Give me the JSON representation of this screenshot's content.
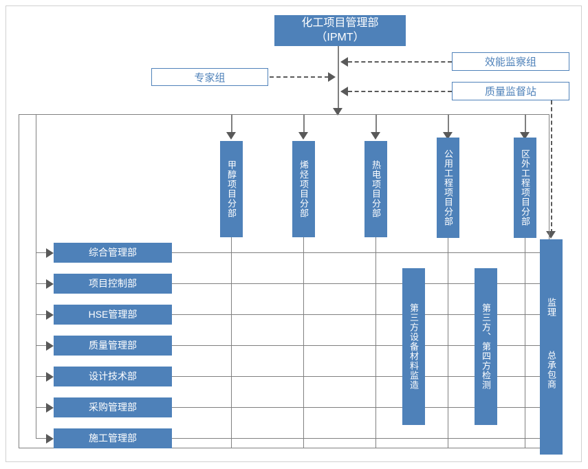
{
  "diagram": {
    "title_box": {
      "line1": "化工项目管理部",
      "line2": "（IPMT）"
    },
    "left_support": {
      "label": "专家组"
    },
    "right_supports": [
      {
        "label": "效能监察组"
      },
      {
        "label": "质量监督站"
      }
    ],
    "project_divisions": [
      {
        "label": "甲醇项目分部"
      },
      {
        "label": "烯烃项目分部"
      },
      {
        "label": "热电项目分部"
      },
      {
        "label": "公用工程项目分部"
      },
      {
        "label": "区外工程项目分部"
      }
    ],
    "departments": [
      {
        "label": "综合管理部"
      },
      {
        "label": "项目控制部"
      },
      {
        "label": "HSE管理部"
      },
      {
        "label": "质量管理部"
      },
      {
        "label": "设计技术部"
      },
      {
        "label": "采购管理部"
      },
      {
        "label": "施工管理部"
      }
    ],
    "third_party": [
      {
        "label": "第三方设备材料监造"
      },
      {
        "label": "第三方、第四方检测"
      }
    ],
    "contractor_column": {
      "upper": "监理",
      "lower": "总承包商"
    },
    "colors": {
      "fill_blue": "#4e81b9",
      "outline_blue": "#4e81b9",
      "grid_gray": "#7f7f7f",
      "arrow_gray": "#595959",
      "page_border": "#d0d0d0",
      "text_white": "#ffffff"
    }
  }
}
